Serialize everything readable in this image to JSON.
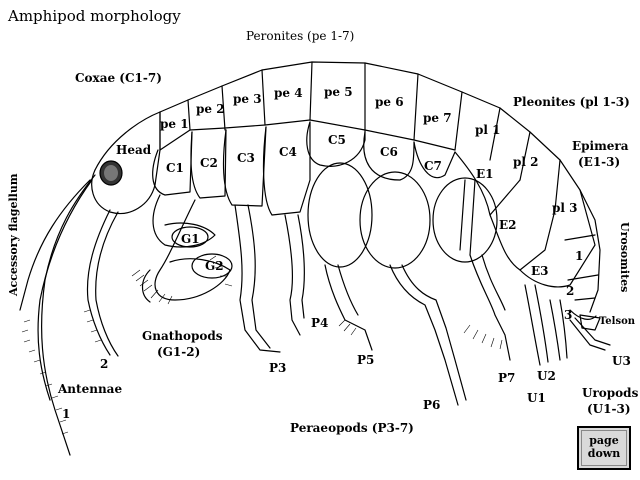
{
  "title": "Amphipod morphology",
  "labels": {
    "peronites": "Peronites (pe 1-7)",
    "coxae": "Coxae (C1-7)",
    "pleonites": "Pleonites (pl 1-3)",
    "epimera_1": "Epimera",
    "epimera_2": "(E1-3)",
    "head": "Head",
    "accessory_flagellum": "Accessory flagellum",
    "urosomites": "Urosomites",
    "telson": "Telson",
    "gnathopods_1": "Gnathopods",
    "gnathopods_2": "(G1-2)",
    "antennae": "Antennae",
    "peraeopods": "Peraeopods (P3-7)",
    "uropods_1": "Uropods",
    "uropods_2": "(U1-3)",
    "pe1": "pe 1",
    "pe2": "pe 2",
    "pe3": "pe 3",
    "pe4": "pe 4",
    "pe5": "pe 5",
    "pe6": "pe 6",
    "pe7": "pe 7",
    "pl1": "pl 1",
    "pl2": "pl 2",
    "pl3": "pl 3",
    "c1": "C1",
    "c2": "C2",
    "c3": "C3",
    "c4": "C4",
    "c5": "C5",
    "c6": "C6",
    "c7": "C7",
    "e1": "E1",
    "e2": "E2",
    "e3": "E3",
    "g1": "G1",
    "g2": "G2",
    "p3": "P3",
    "p4": "P4",
    "p5": "P5",
    "p6": "P6",
    "p7": "P7",
    "u1": "U1",
    "u2": "U2",
    "u3": "U3",
    "uro1": "1",
    "uro2": "2",
    "uro3": "3",
    "ant1": "1",
    "ant2": "2"
  },
  "page_down": {
    "line1": "page",
    "line2": "down"
  }
}
